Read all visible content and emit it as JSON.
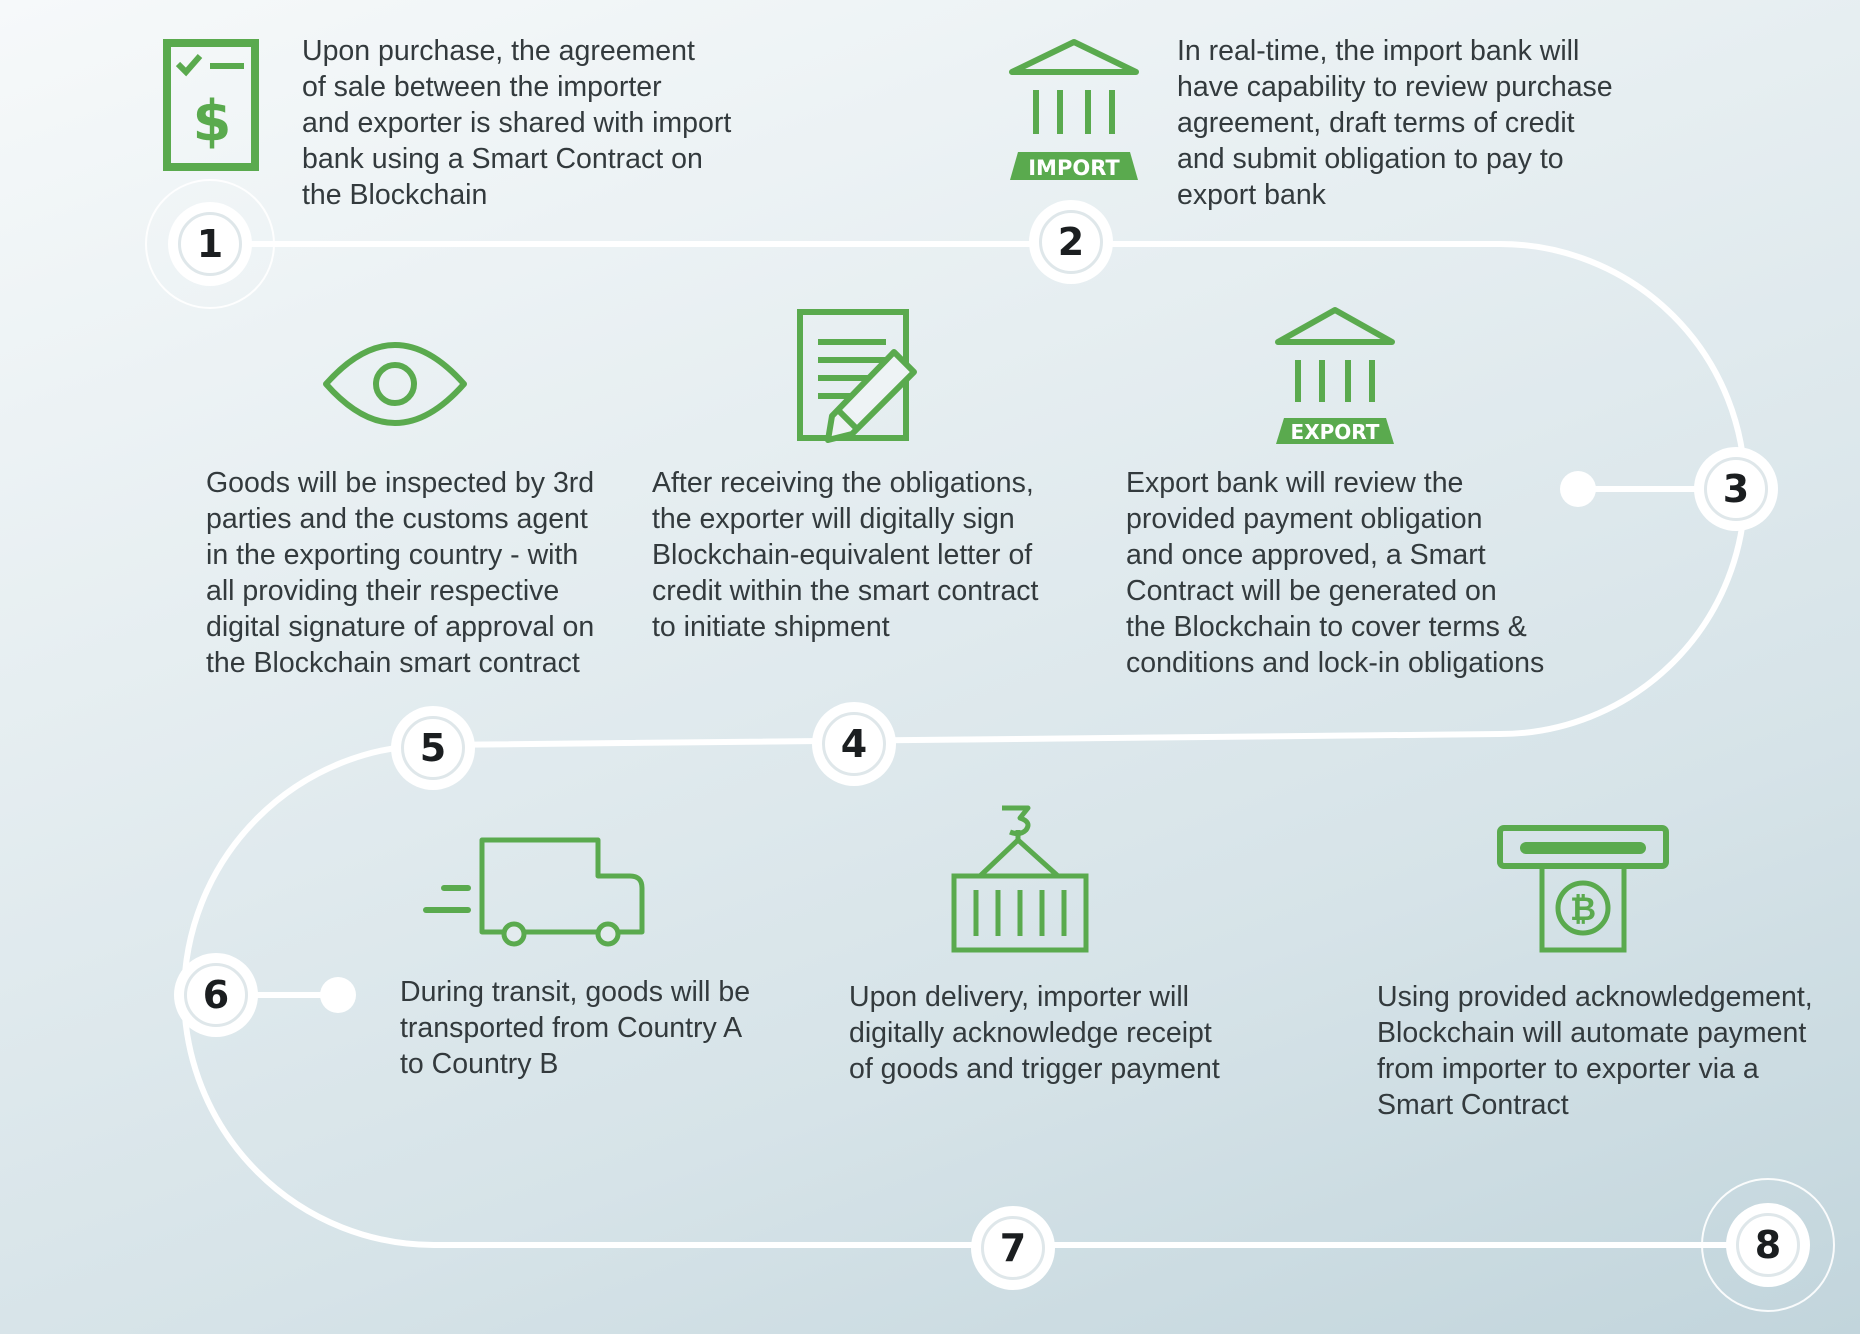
{
  "colors": {
    "accent": "#5aaa4e",
    "path": "#ffffff",
    "text": "#333a3d",
    "number": "#1b1e20"
  },
  "steps": [
    {
      "number": "1",
      "icon": "contract-dollar-icon",
      "text": "Upon purchase, the agreement\nof sale between the importer\nand exporter is shared with import\nbank using a Smart Contract on\nthe Blockchain"
    },
    {
      "number": "2",
      "icon": "import-bank-icon",
      "icon_label": "IMPORT",
      "text": " In real-time, the import bank will\nhave capability to review purchase\nagreement, draft terms of credit\nand submit obligation to pay to\nexport bank"
    },
    {
      "number": "3",
      "icon": "export-bank-icon",
      "icon_label": "EXPORT",
      "text": "Export bank will review the\nprovided payment obligation\nand once approved, a Smart\nContract will be generated on\nthe Blockchain to cover terms &\nconditions and lock-in obligations"
    },
    {
      "number": "4",
      "icon": "document-sign-icon",
      "text": "After receiving the obligations,\nthe exporter will digitally sign\nBlockchain-equivalent letter of\ncredit within the smart contract\nto initiate shipment"
    },
    {
      "number": "5",
      "icon": "eye-icon",
      "text": "Goods will be inspected by 3rd\nparties and the customs agent\nin the exporting country - with\nall providing their respective\ndigital signature of approval on\nthe Blockchain smart contract"
    },
    {
      "number": "6",
      "icon": "truck-icon",
      "text": "During transit, goods will be\ntransported from Country A\nto Country B"
    },
    {
      "number": "7",
      "icon": "cargo-container-icon",
      "text": "Upon delivery, importer  will\ndigitally acknowledge receipt\nof goods and trigger payment"
    },
    {
      "number": "8",
      "icon": "bitcoin-payment-icon",
      "text": "Using provided acknowledgement,\nBlockchain will automate payment\nfrom importer to exporter via a\nSmart Contract"
    }
  ]
}
